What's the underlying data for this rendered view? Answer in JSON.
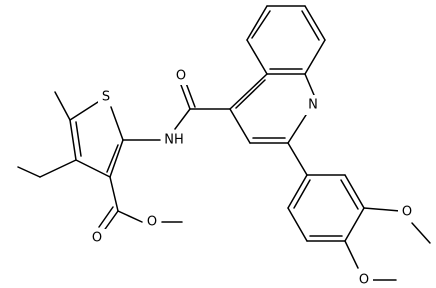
{
  "structure": {
    "atoms": [
      {
        "key": "o_carbonyl_amide",
        "label": "O"
      },
      {
        "key": "n_amide",
        "label": "NH"
      },
      {
        "key": "s_thiophene",
        "label": "S"
      },
      {
        "key": "n_quinoline",
        "label": "N"
      },
      {
        "key": "o_ester_carbonyl",
        "label": "O"
      },
      {
        "key": "o_ester_alkoxy",
        "label": "O"
      },
      {
        "key": "o_methoxy_meta",
        "label": "O"
      },
      {
        "key": "o_methoxy_para",
        "label": "O"
      }
    ],
    "colors": {
      "bond": "#000000",
      "label": "#000000",
      "background": "#ffffff"
    }
  }
}
